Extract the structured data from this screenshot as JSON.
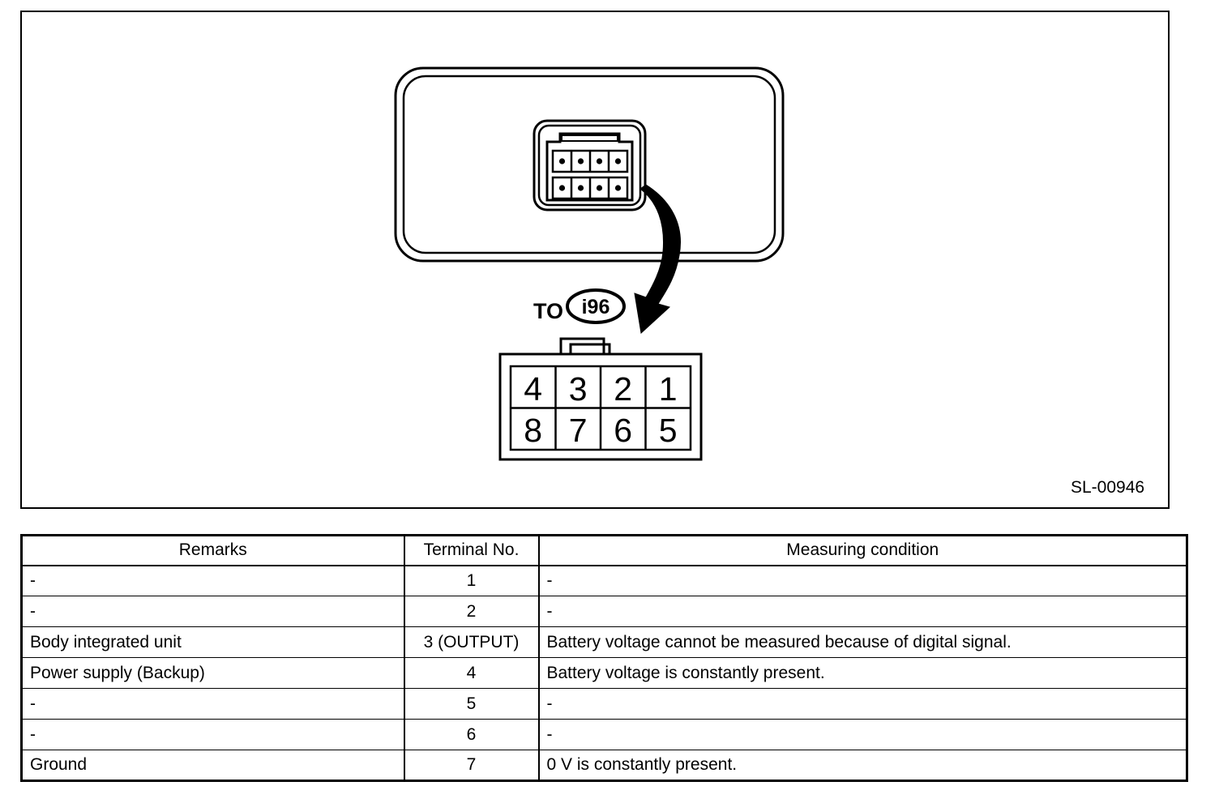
{
  "diagram": {
    "reference_code": "SL-00946",
    "to_label": "TO",
    "connector_id": "i96",
    "pin_grid": {
      "top_row": [
        "4",
        "3",
        "2",
        "1"
      ],
      "bottom_row": [
        "8",
        "7",
        "6",
        "5"
      ]
    },
    "icons": {
      "ecu_body": "ecu-housing-outline",
      "connector": "8-pin-connector-face",
      "arrow": "curved-down-arrow"
    },
    "colors": {
      "line": "#000000",
      "background": "#ffffff"
    }
  },
  "table": {
    "headers": {
      "remarks": "Remarks",
      "terminal": "Terminal No.",
      "condition": "Measuring condition"
    },
    "rows": [
      {
        "remarks": "-",
        "terminal": "1",
        "condition": "-"
      },
      {
        "remarks": "-",
        "terminal": "2",
        "condition": "-"
      },
      {
        "remarks": "Body integrated unit",
        "terminal": "3 (OUTPUT)",
        "condition": "Battery voltage cannot be measured because of digital signal."
      },
      {
        "remarks": "Power supply (Backup)",
        "terminal": "4",
        "condition": "Battery voltage is constantly present."
      },
      {
        "remarks": "-",
        "terminal": "5",
        "condition": "-"
      },
      {
        "remarks": "-",
        "terminal": "6",
        "condition": "-"
      },
      {
        "remarks": "Ground",
        "terminal": "7",
        "condition": "0 V is constantly present."
      }
    ]
  }
}
